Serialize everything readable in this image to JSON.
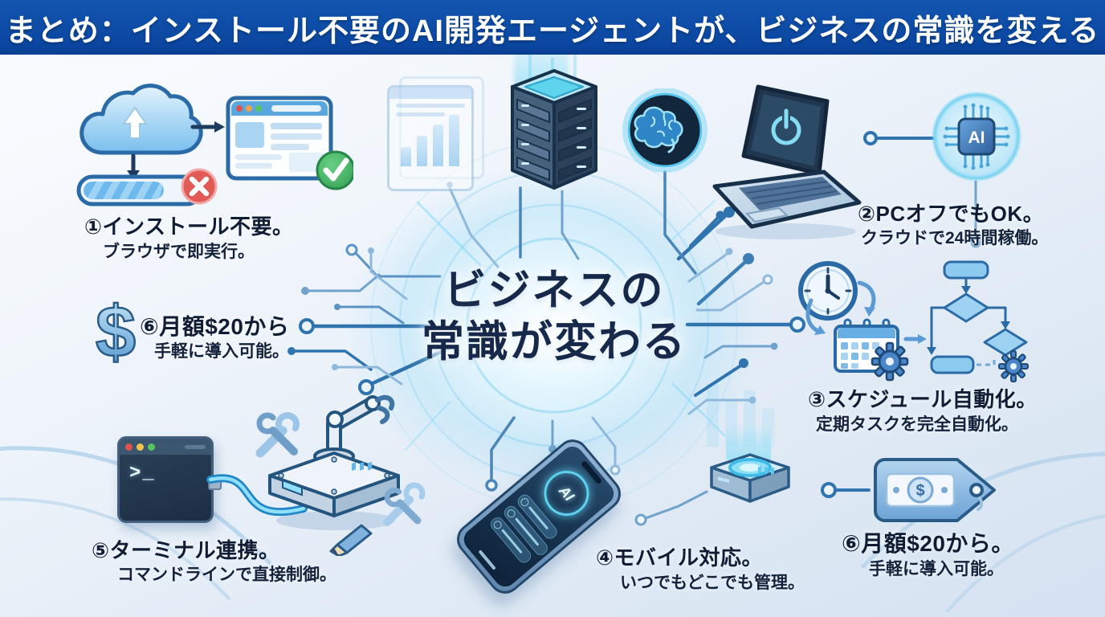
{
  "header": {
    "title": "まとめ：インストール不要のAI開発エージェントが、ビジネスの常識を変える"
  },
  "center": {
    "line1": "ビジネスの",
    "line2": "常識が変わる"
  },
  "features": {
    "install": {
      "title": "①インストール不要。",
      "subtitle": "ブラウザで即実行。"
    },
    "pc_off": {
      "title": "②PCオフでもOK。",
      "subtitle": "クラウドで24時間稼働。"
    },
    "schedule": {
      "title": "③スケジュール自動化。",
      "subtitle": "定期タスクを完全自動化。"
    },
    "mobile": {
      "title": "④モバイル対応。",
      "subtitle": "いつでもどこでも管理。"
    },
    "terminal": {
      "title": "⑤ターミナル連携。",
      "subtitle": "コマンドラインで直接制御。"
    },
    "price_left": {
      "title": "⑥月額$20から",
      "subtitle": "手軽に導入可能。"
    },
    "price_bottom": {
      "title": "⑥月額$20から。",
      "subtitle": "手軽に導入可能。"
    }
  },
  "icon_labels": {
    "ai_chip": "AI",
    "phone_ai": "AI",
    "terminal_prompt": ">_",
    "dollar_sign": "$",
    "tag_dollar": "$",
    "check": "✓",
    "error": "✕"
  },
  "colors": {
    "header_bg": "#0b46a0",
    "accent_blue": "#2a6aa6",
    "cyan": "#35b6e8",
    "navy_text": "#101c33",
    "check_green": "#3aa85c",
    "error_red": "#e0524f",
    "light_blue": "#aed6f2"
  }
}
